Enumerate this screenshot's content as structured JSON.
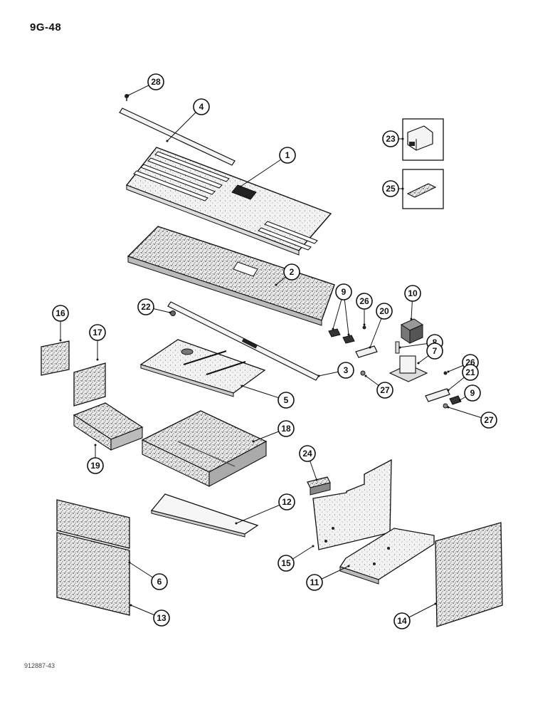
{
  "page": {
    "code": "9G-48",
    "drawing_number": "912887-43"
  },
  "callouts": [
    "28",
    "4",
    "1",
    "23",
    "25",
    "2",
    "9",
    "26",
    "20",
    "10",
    "22",
    "16",
    "17",
    "8",
    "7",
    "26",
    "21",
    "3",
    "5",
    "27",
    "9",
    "27",
    "18",
    "19",
    "24",
    "12",
    "6",
    "15",
    "11",
    "13",
    "14"
  ]
}
